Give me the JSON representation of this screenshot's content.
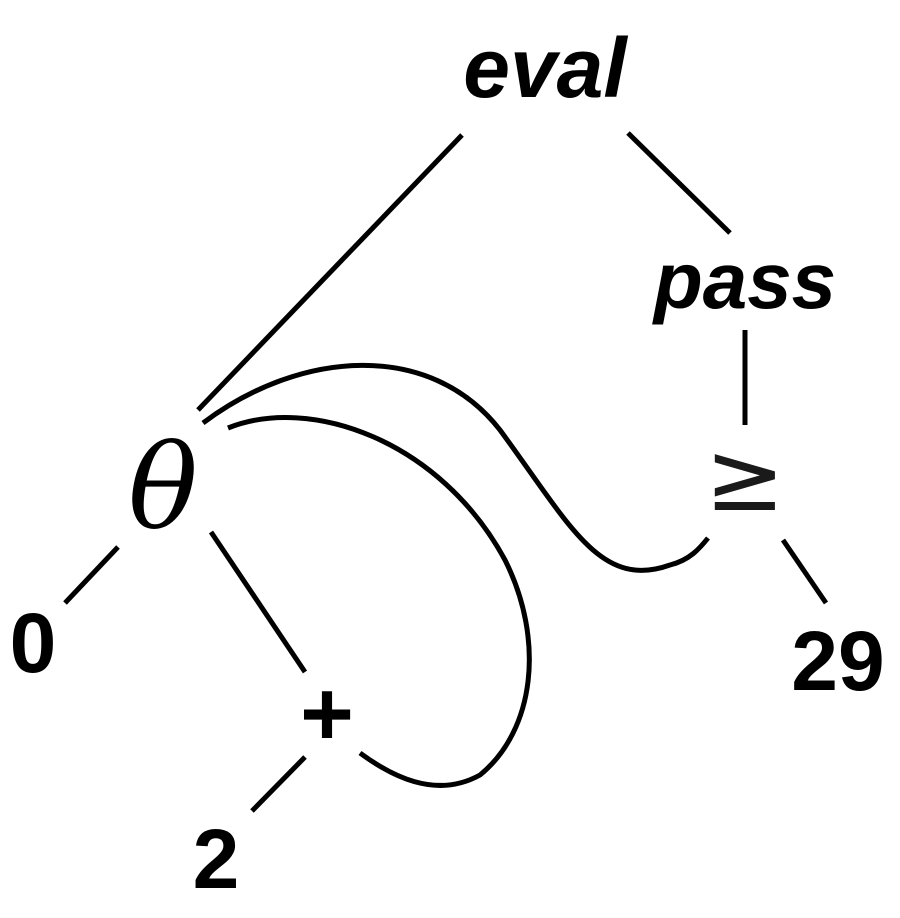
{
  "nodes": {
    "eval": "eval",
    "pass": "pass",
    "theta": "θ",
    "ge": "≥",
    "zero": "0",
    "plus": "+",
    "two": "2",
    "twentynine": "29"
  }
}
